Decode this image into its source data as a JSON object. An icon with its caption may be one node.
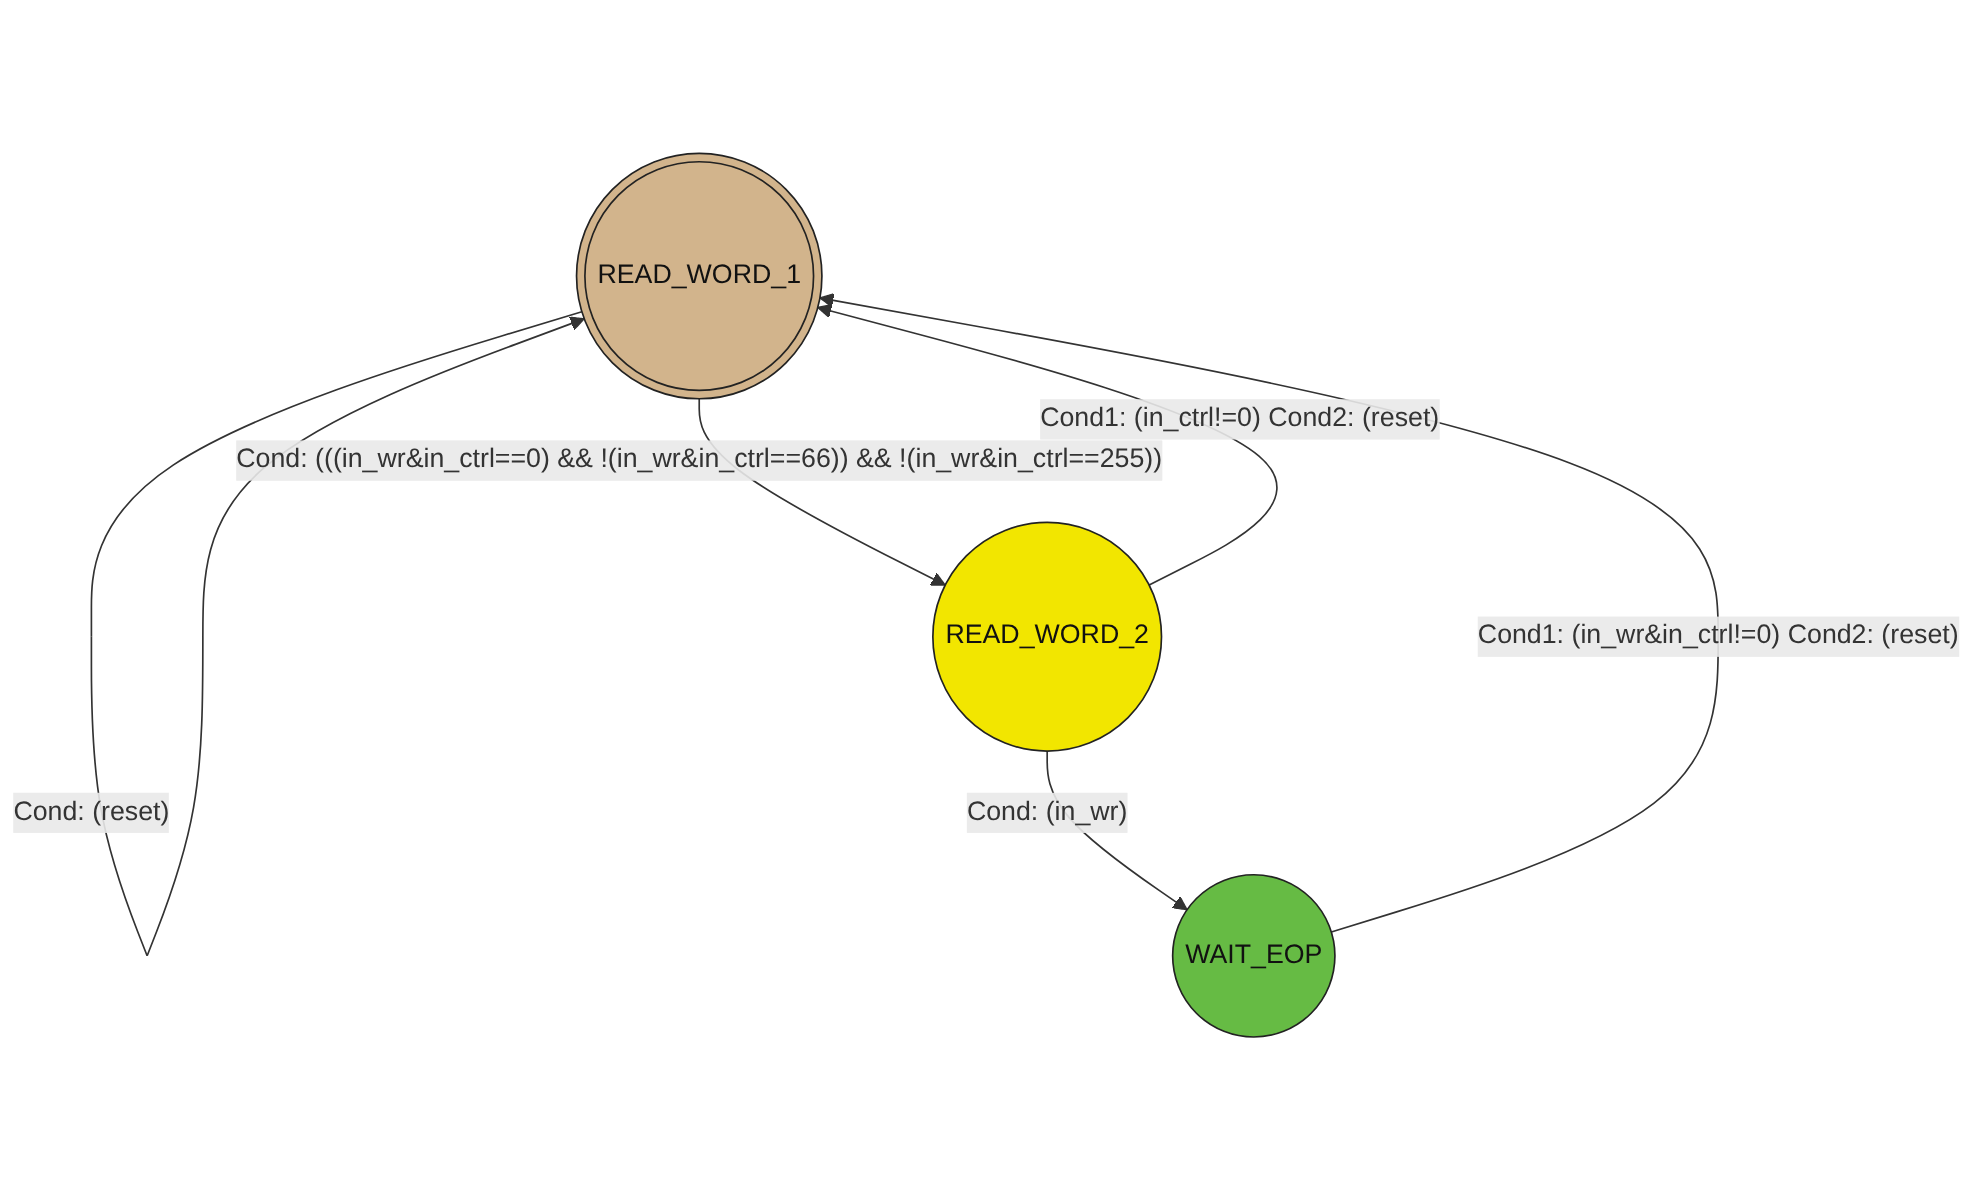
{
  "diagram": {
    "nodes": [
      {
        "text": [
          "READ_WORD_1"
        ]
      },
      {
        "text": [
          "READ_WORD_2"
        ]
      },
      {
        "text": [
          "WAIT_EOP"
        ]
      }
    ],
    "edges": [
      {
        "from": 0,
        "to": 0,
        "arrow": "to",
        "label": "Cond: (reset)"
      },
      {
        "from": 0,
        "to": 1,
        "arrow": "to",
        "label": "Cond: (((in_wr&in_ctrl==0) && !(in_wr&in_ctrl==66)) && !(in_wr&in_ctrl==255))"
      },
      {
        "from": 1,
        "to": 0,
        "arrow": "to",
        "label": "Cond1: (in_ctrl!=0) Cond2: (reset)"
      },
      {
        "from": 1,
        "to": 2,
        "arrow": "to",
        "label": "Cond: (in_wr)"
      },
      {
        "from": 2,
        "to": 0,
        "arrow": "to",
        "label": "Cond1: (in_wr&in_ctrl!=0) Cond2: (reset)"
      }
    ]
  }
}
